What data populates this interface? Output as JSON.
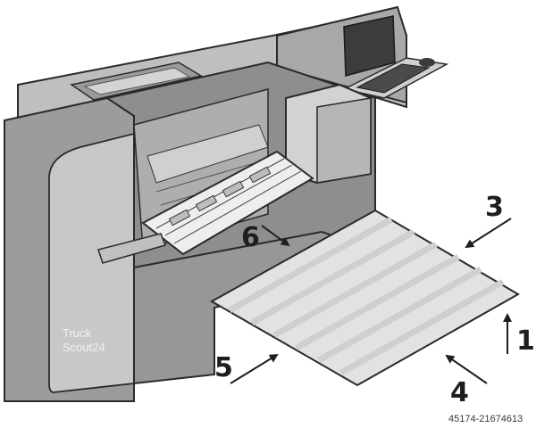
{
  "labels": {
    "l1": "1",
    "l3": "3",
    "l4": "4",
    "l5": "5",
    "l6": "6"
  },
  "watermark": {
    "line1": "Truck",
    "line2": "Scout24"
  },
  "reference": "45174-21674613",
  "colors": {
    "body_dark": "#8a8a8a",
    "body_mid": "#b4b4b4",
    "body_light": "#d8d8d8",
    "outline": "#2a2a2a",
    "sheet": "#e2e2e2",
    "sheet_stripe": "#cfcfcf"
  }
}
